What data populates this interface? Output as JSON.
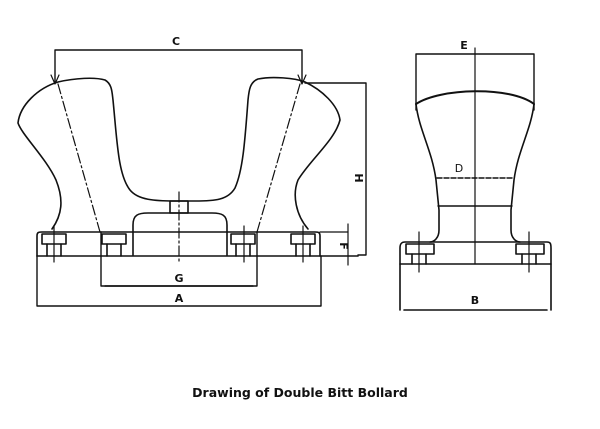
{
  "caption": "Drawing of Double Bitt Bollard",
  "front_view": {
    "dimension_labels": {
      "A": "A",
      "C": "C",
      "F": "F",
      "G": "G",
      "H": "H"
    }
  },
  "side_view": {
    "dimension_labels": {
      "B": "B",
      "D": "D",
      "E": "E"
    }
  },
  "colors": {
    "line": "#111111",
    "background": "#ffffff"
  }
}
